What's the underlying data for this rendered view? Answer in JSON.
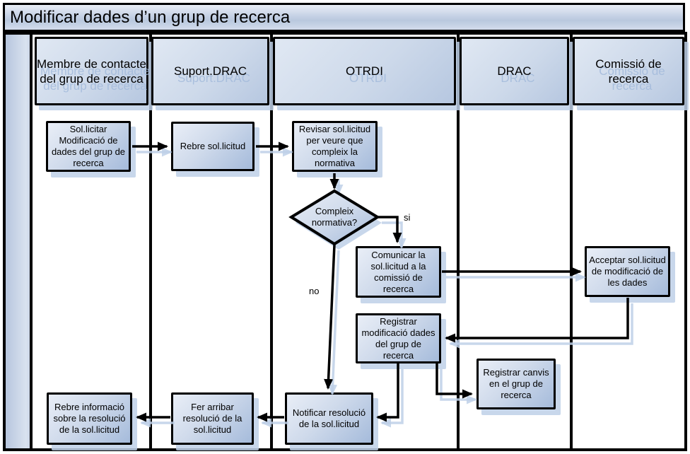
{
  "title": "Modificar dades d’un grup de recerca",
  "lanes": [
    {
      "label": "Membre de contacte del grup de recerca"
    },
    {
      "label": "Suport.DRAC"
    },
    {
      "label": "OTRDI"
    },
    {
      "label": "DRAC"
    },
    {
      "label": "Comissió de recerca"
    }
  ],
  "nodes": {
    "solicitar": "Sol.licitar Modificació de dades del grup de recerca",
    "rebre_sol": "Rebre sol.licitud",
    "revisar": "Revisar sol.licitud per veure que compleix la normativa",
    "compleix": "Compleix normativa?",
    "comunicar": "Comunicar la sol.licitud a la comissió de recerca",
    "acceptar": "Acceptar sol.licitud de modificació de les dades",
    "registrar_mod": "Registrar modificació dades del grup de recerca",
    "registrar_canvis": "Registrar canvis en el grup de recerca",
    "notificar": "Notificar resolució de la sol.licitud",
    "fer_arribar": "Fer arribar resolució de la sol.licitud",
    "rebre_info": "Rebre informació sobre la resolució de la sol.licitud"
  },
  "branch_labels": {
    "yes": "si",
    "no": "no"
  },
  "colors": {
    "node_gradient_start": "#e9eef7",
    "node_gradient_end": "#a5bbdb",
    "header_gradient_start": "#e0e8f3",
    "header_gradient_end": "#b6c7e0",
    "shadow": "#becfe8",
    "border": "#000000",
    "background": "#ffffff"
  }
}
